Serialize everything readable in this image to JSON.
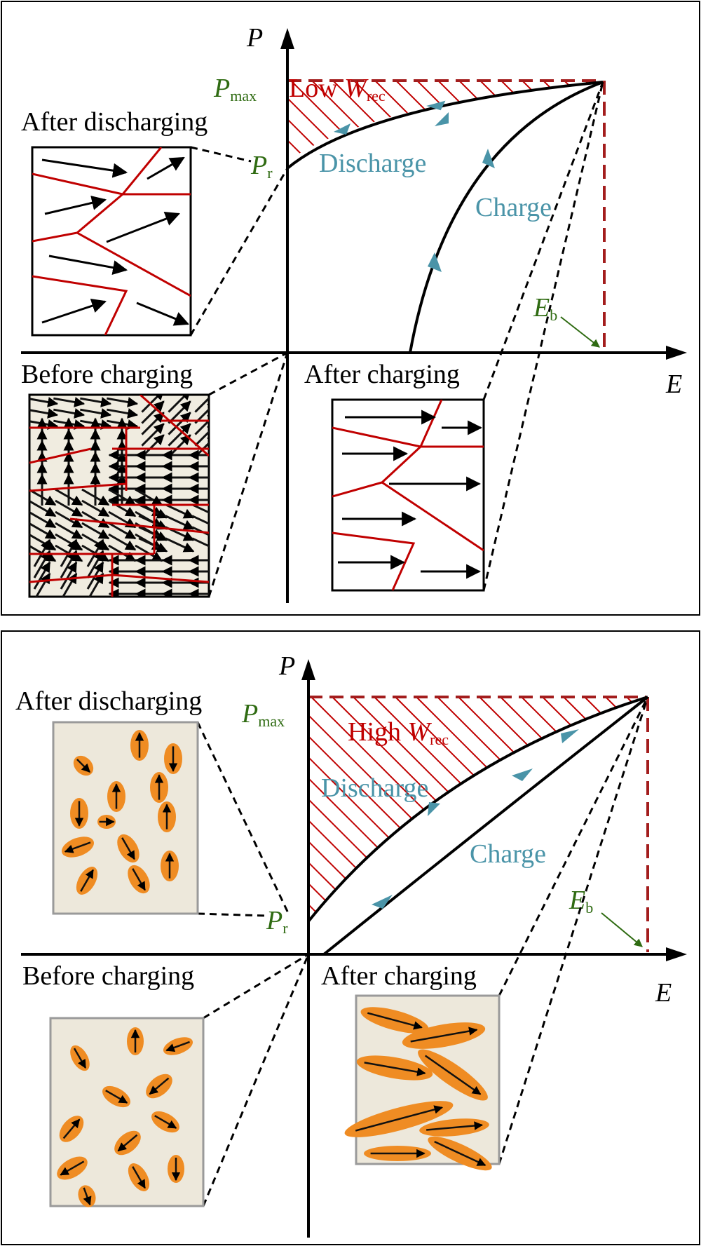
{
  "colors": {
    "red": "#c00000",
    "dark_red": "#a31d1d",
    "teal": "#4a94a8",
    "green": "#2f6b12",
    "orange": "#ef8c23",
    "inset_bg": "#ede8db",
    "black": "#000000"
  },
  "panel_top": {
    "axis_y": "P",
    "axis_x": "E",
    "p_max": {
      "main": "P",
      "sub": "max"
    },
    "p_r": {
      "main": "P",
      "sub": "r"
    },
    "e_b": {
      "main": "E",
      "sub": "b"
    },
    "w_rec": {
      "prefix": "Low ",
      "main": "W",
      "sub": "rec"
    },
    "discharge_label": "Discharge",
    "charge_label": "Charge",
    "after_discharging": "After discharging",
    "before_charging": "Before charging",
    "after_charging": "After charging"
  },
  "panel_bottom": {
    "axis_y": "P",
    "axis_x": "E",
    "p_max": {
      "main": "P",
      "sub": "max"
    },
    "p_r": {
      "main": "P",
      "sub": "r"
    },
    "e_b": {
      "main": "E",
      "sub": "b"
    },
    "w_rec": {
      "prefix": "High ",
      "main": "W",
      "sub": "rec"
    },
    "discharge_label": "Discharge",
    "charge_label": "Charge",
    "after_discharging": "After discharging",
    "before_charging": "Before charging",
    "after_charging": "After charging"
  }
}
